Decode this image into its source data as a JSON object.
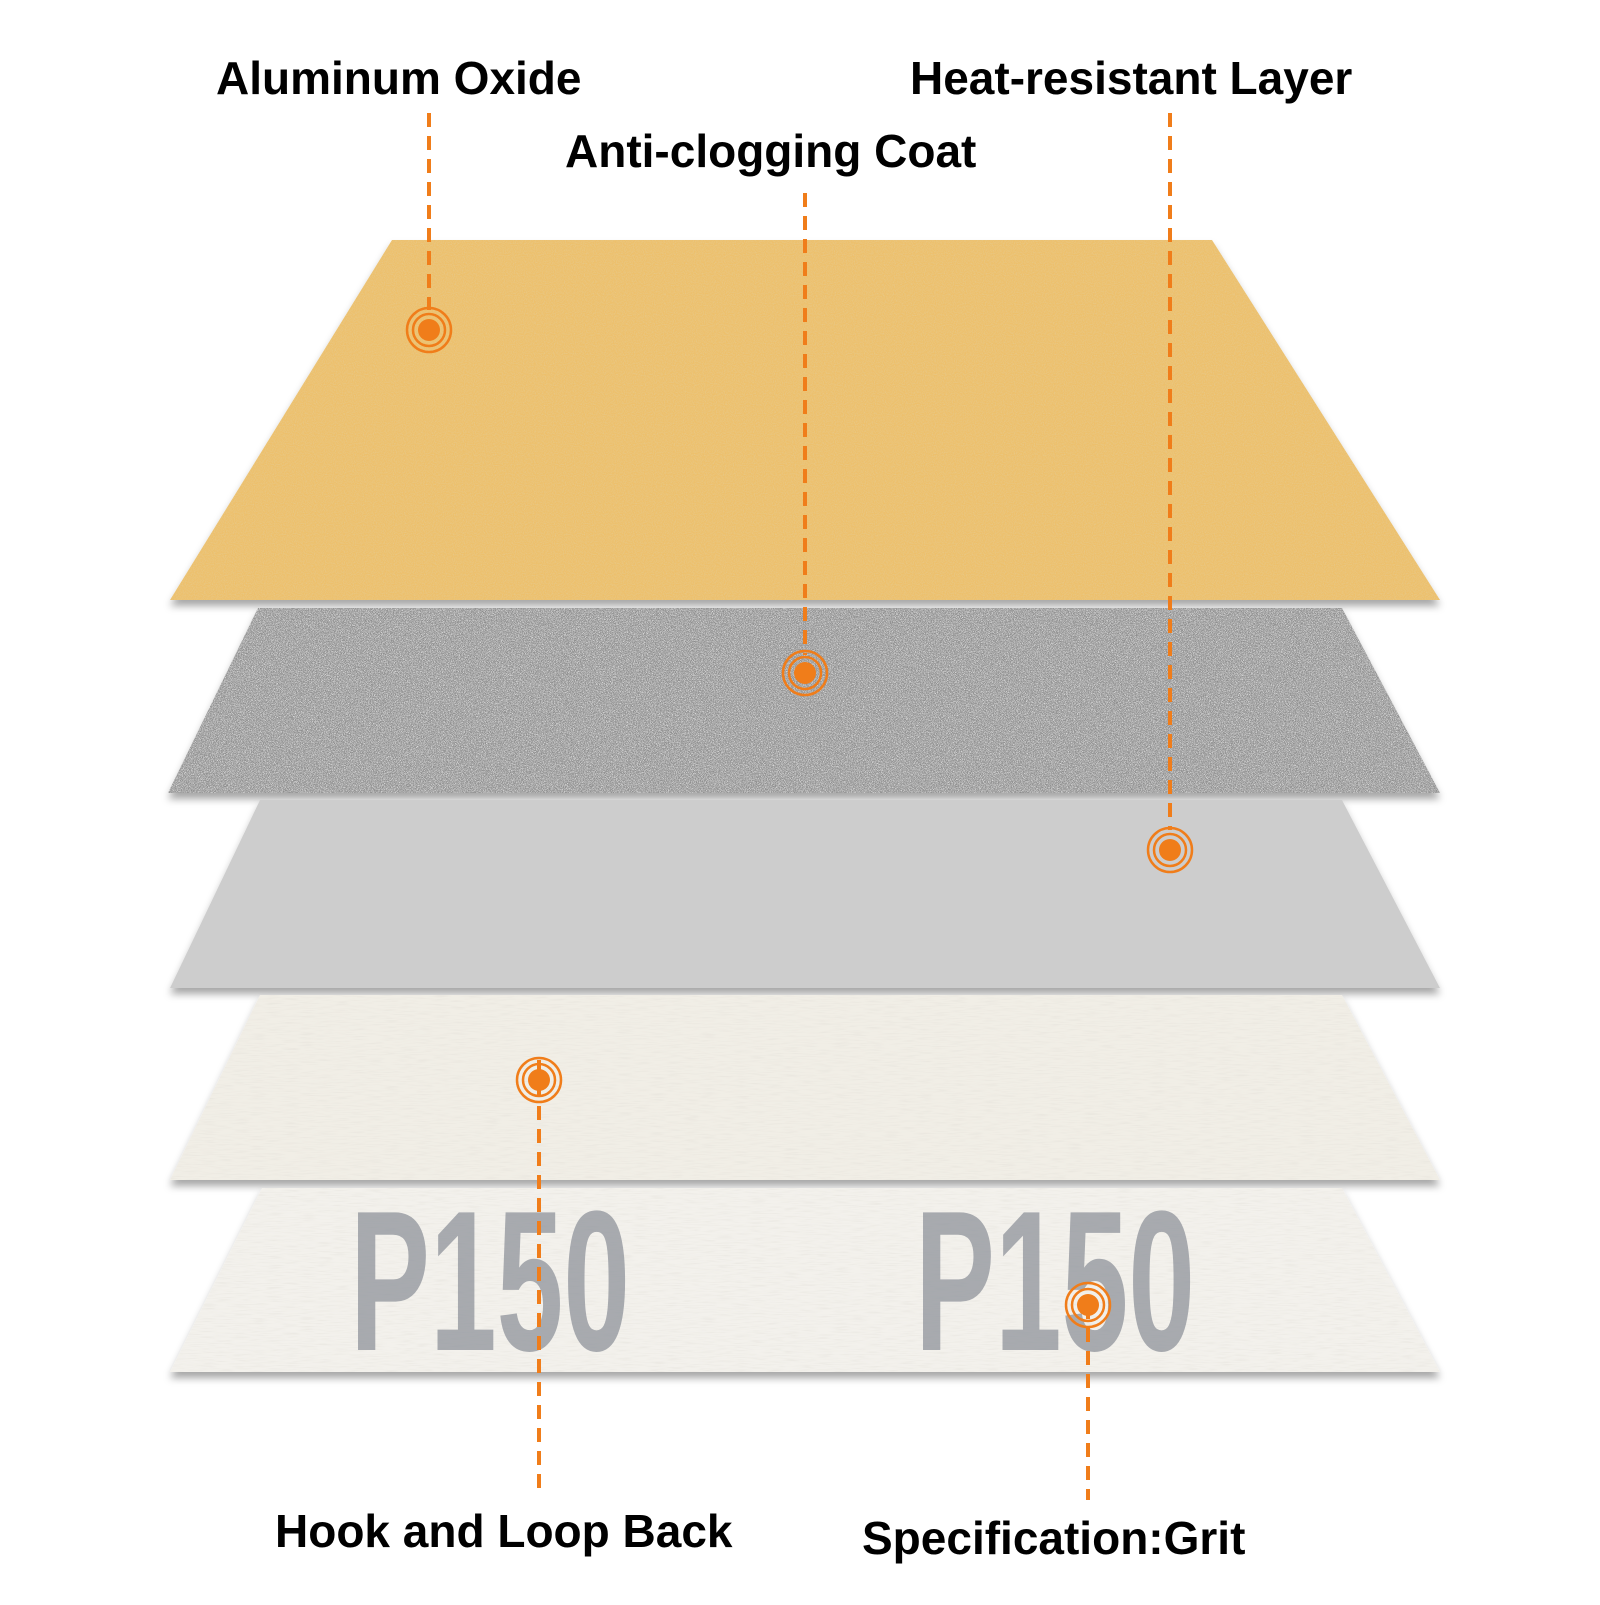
{
  "labels": {
    "aluminum_oxide": "Aluminum Oxide",
    "anti_clogging": "Anti-clogging Coat",
    "heat_resistant": "Heat-resistant Layer",
    "hook_loop": "Hook and Loop Back",
    "specification": "Specification:Grit"
  },
  "grit_marks": [
    "P150",
    "P150"
  ],
  "colors": {
    "accent": "#F07D1A",
    "aluminum_oxide_layer": "#EDC06C",
    "anti_clogging_layer": "#8E8E8E",
    "heat_resistant_layer": "#CDCDCD",
    "hook_loop_layer": "#F1EEE6",
    "backing_layer": "#F3F1EC",
    "grit_print": "#8F939B"
  }
}
